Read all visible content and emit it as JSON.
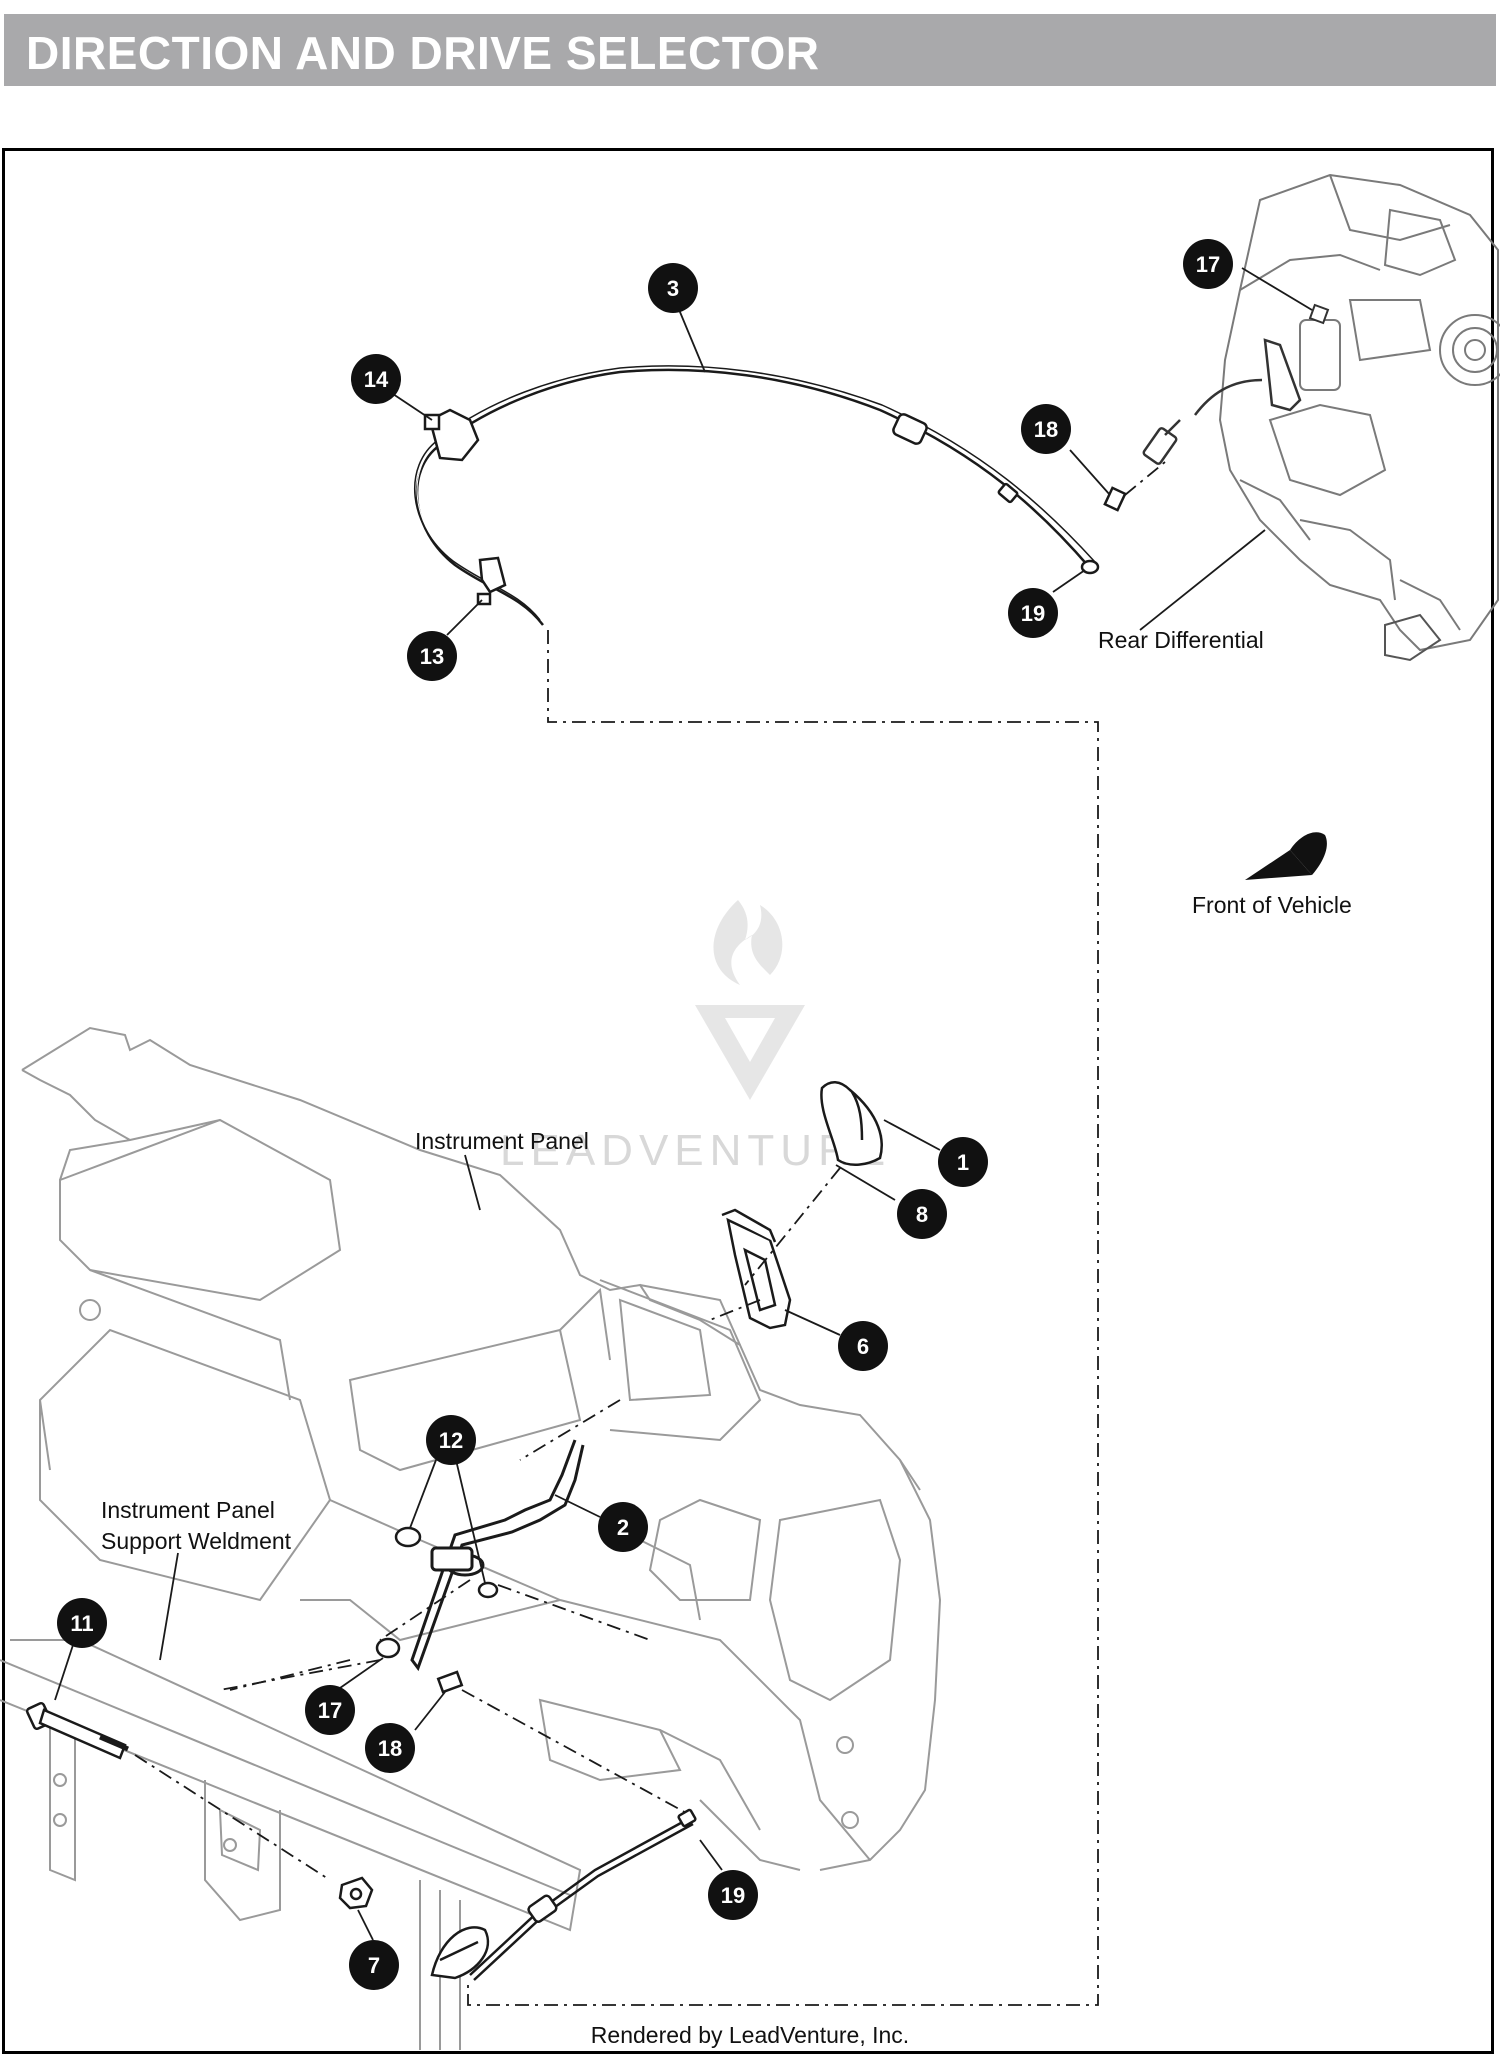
{
  "header": {
    "title": "DIRECTION AND DRIVE SELECTOR"
  },
  "labels": {
    "rear_differential": "Rear Differential",
    "front_of_vehicle": "Front of Vehicle",
    "instrument_panel": "Instrument Panel",
    "instrument_panel_support_line1": "Instrument Panel",
    "instrument_panel_support_line2": "Support Weldment"
  },
  "callouts": {
    "c3": "3",
    "c14": "14",
    "c13": "13",
    "c17_top": "17",
    "c18_top": "18",
    "c19_top": "19",
    "c1": "1",
    "c8": "8",
    "c6": "6",
    "c12": "12",
    "c2": "2",
    "c11": "11",
    "c17_bottom": "17",
    "c18_bottom": "18",
    "c19_bottom": "19",
    "c7": "7"
  },
  "watermark": {
    "text": "LEADVENTURE"
  },
  "footer": {
    "rendered_by": "Rendered by LeadVenture, Inc."
  },
  "colors": {
    "title_bar": "#a9a9ab",
    "callout_fill": "#111111",
    "line_art": "#1a1a1a",
    "light_art": "#9a9a9a"
  }
}
